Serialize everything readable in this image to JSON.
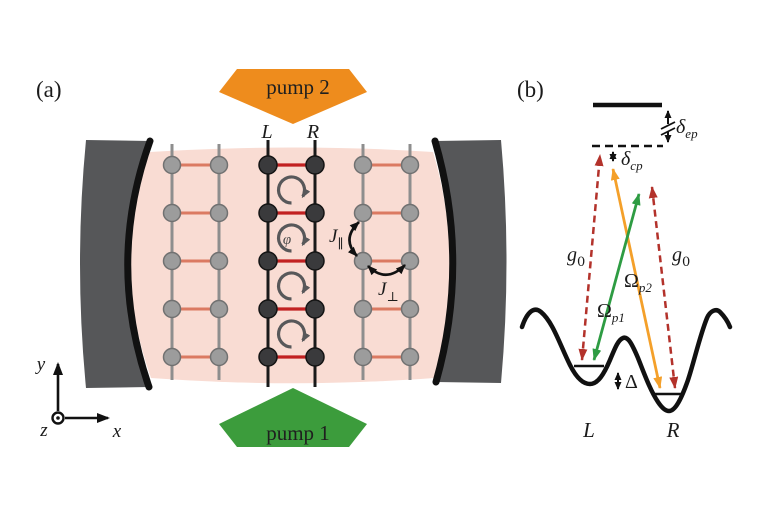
{
  "panels": {
    "a": {
      "label": "(a)",
      "pump2_label": "pump 2",
      "pump1_label": "pump 1",
      "ladder_leg_left": "L",
      "ladder_leg_right": "R",
      "phase_symbol": "φ",
      "j_parallel": {
        "base": "J",
        "sub": "∥"
      },
      "j_perp": {
        "base": "J",
        "sub": "⊥"
      },
      "axes": {
        "x": "x",
        "y": "y",
        "z": "z"
      }
    },
    "b": {
      "label": "(b)",
      "detuning_ep": {
        "base": "δ",
        "sub": "ep"
      },
      "detuning_cp": {
        "base": "δ",
        "sub": "cp"
      },
      "cavity_coupling_left": {
        "base": "g",
        "sub": "0"
      },
      "cavity_coupling_right": {
        "base": "g",
        "sub": "0"
      },
      "pump1_rabi": {
        "base": "Ω",
        "sub": "p1"
      },
      "pump2_rabi": {
        "base": "Ω",
        "sub": "p2"
      },
      "well_offset": "Δ",
      "well_left": "L",
      "well_right": "R"
    }
  },
  "colors": {
    "pump_orange": "#EE8C1D",
    "pump_green": "#3C9C3C",
    "cavity_mode_pink": "#F9DCD3",
    "mirror_gray": "#565759",
    "mirror_coating_black": "#111111",
    "ladder_rail_gray": "#8E8E8E",
    "ladder_rail_black": "#1A1A1A",
    "bond_red": "#C22121",
    "bond_salmon": "#DB7A62",
    "site_gray": "#9C9C9C",
    "site_dark": "#3A3A3C",
    "arrow_red_dashed": "#B3322B",
    "arrow_orange": "#F4A02A",
    "arrow_green": "#2E9C43",
    "rotation_arrow_gray": "#58585A"
  }
}
